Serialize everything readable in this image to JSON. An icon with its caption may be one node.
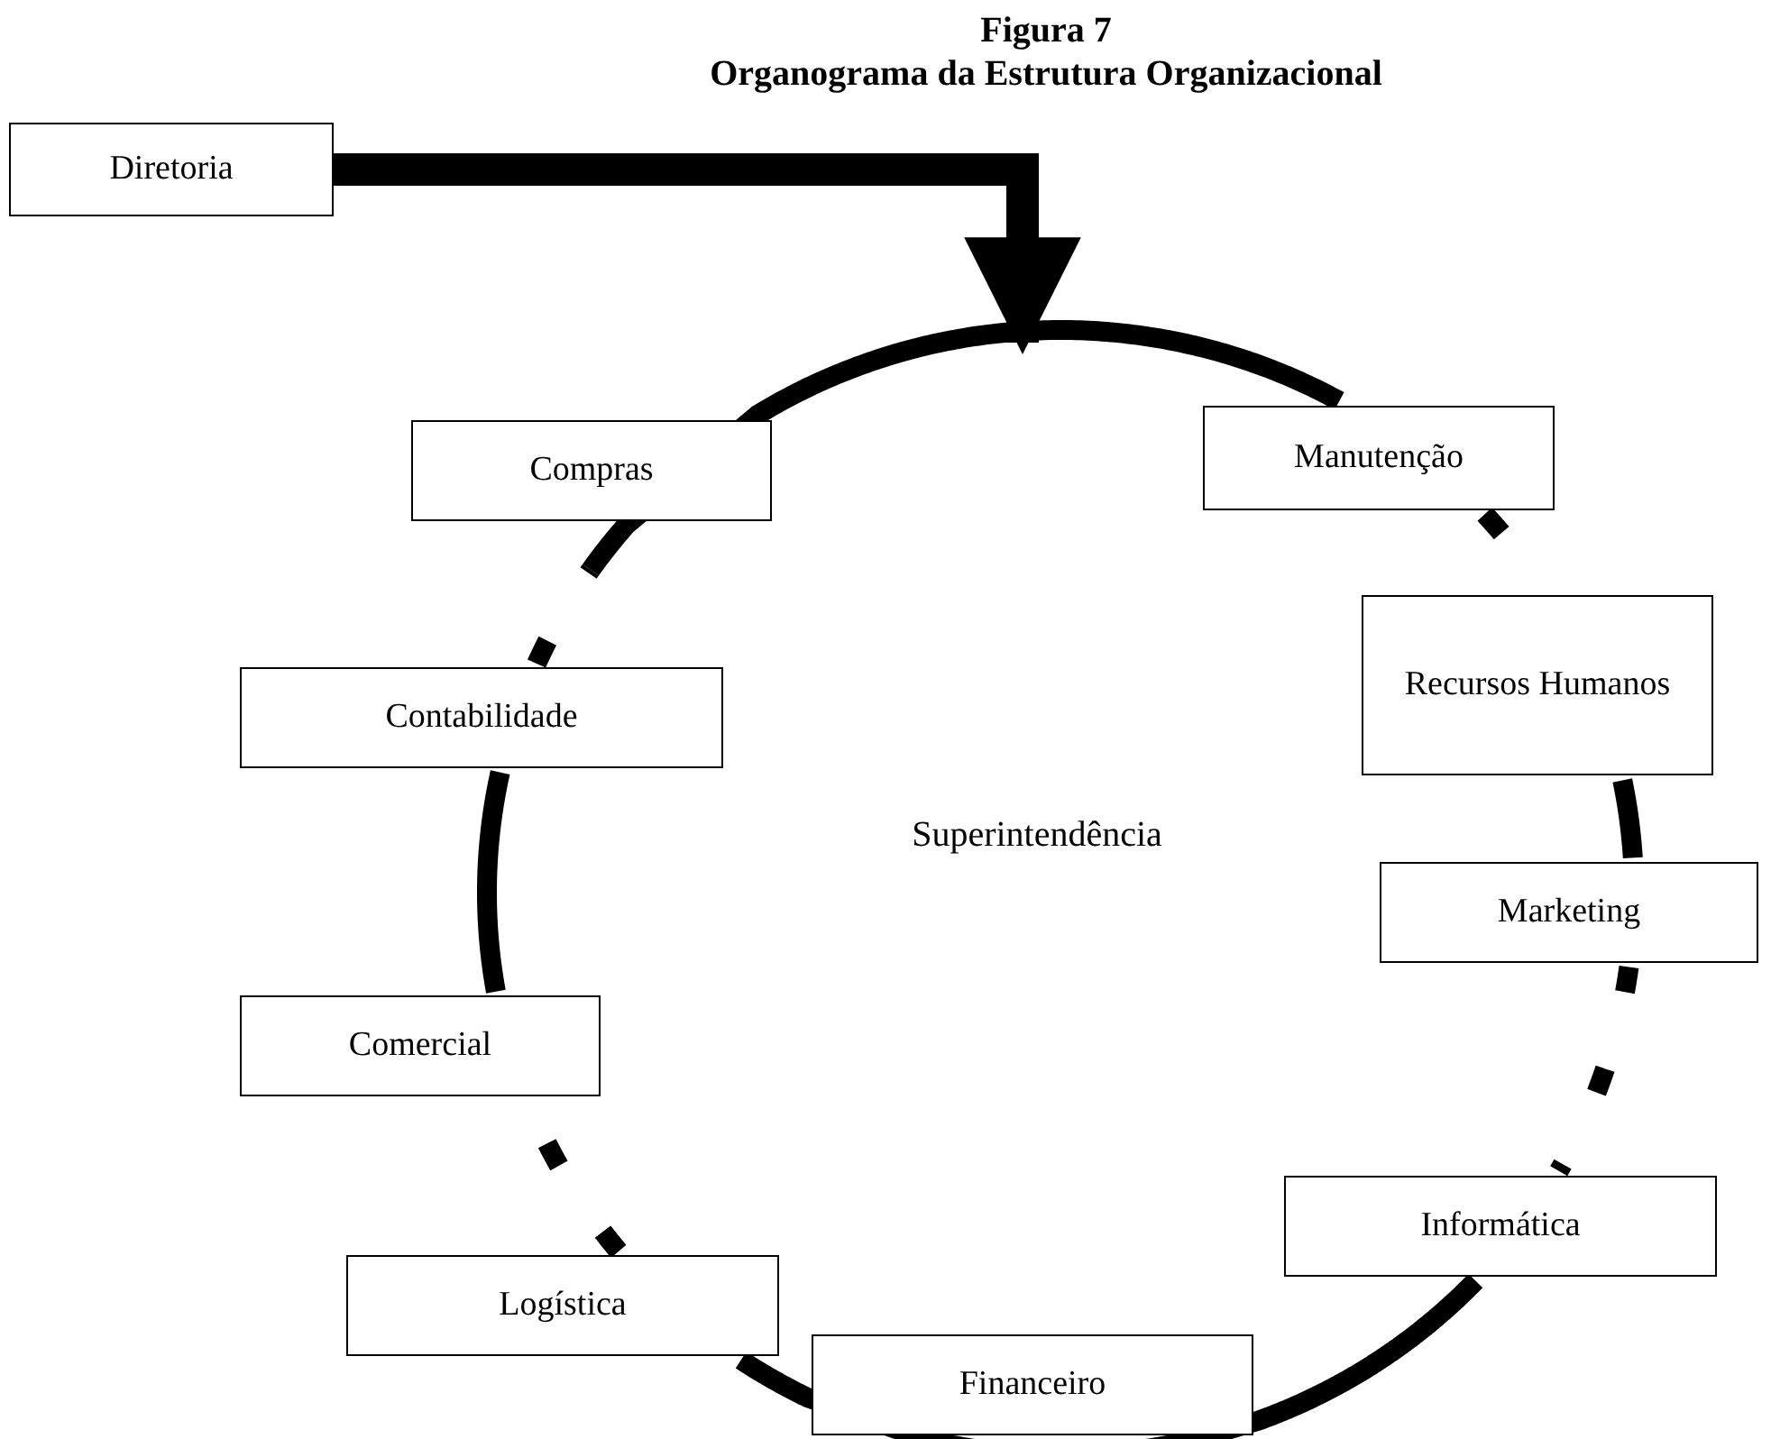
{
  "diagram": {
    "title": "Figura 7",
    "nodes": [
      {
        "text": [
          "Diretoria"
        ]
      },
      {
        "text": [
          "Compras"
        ]
      },
      {
        "text": [
          "Manutenção"
        ]
      },
      {
        "text": [
          "Recursos Humanos"
        ]
      },
      {
        "text": [
          "Contabilidade"
        ]
      },
      {
        "text": [
          "Marketing"
        ]
      },
      {
        "text": [
          "Comercial"
        ]
      },
      {
        "text": [
          "Informática"
        ]
      },
      {
        "text": [
          "Logística"
        ]
      },
      {
        "text": [
          "Financeiro"
        ]
      }
    ],
    "edges": [
      {
        "from": 0,
        "to": null,
        "arrow": "to"
      },
      {
        "from": 1,
        "to": 2,
        "arrow": "none"
      },
      {
        "from": 2,
        "to": 3,
        "arrow": "none",
        "style": "dashed"
      },
      {
        "from": 3,
        "to": 5,
        "arrow": "none"
      },
      {
        "from": 5,
        "to": 7,
        "arrow": "none",
        "style": "dashed"
      },
      {
        "from": 7,
        "to": 9,
        "arrow": "none"
      },
      {
        "from": 9,
        "to": 8,
        "arrow": "none"
      },
      {
        "from": 8,
        "to": 6,
        "arrow": "none",
        "style": "dashed"
      },
      {
        "from": 6,
        "to": 4,
        "arrow": "none"
      },
      {
        "from": 4,
        "to": 1,
        "arrow": "none",
        "style": "dashed"
      }
    ],
    "labels": [
      "Organograma da Estrutura Organizacional",
      "Superintendência"
    ]
  }
}
